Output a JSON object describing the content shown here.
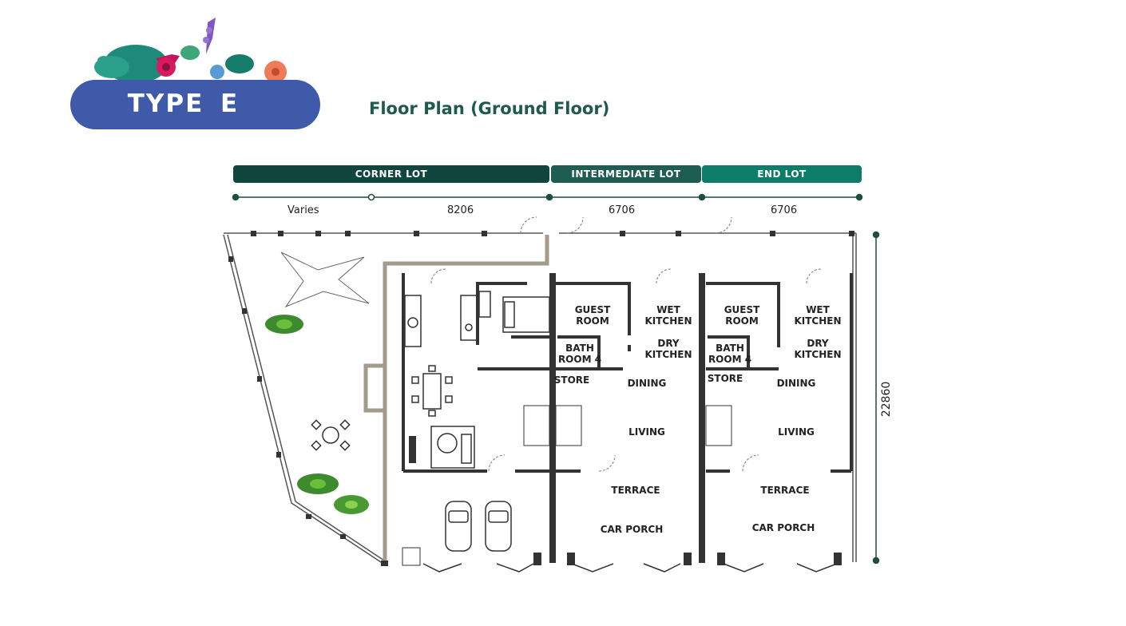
{
  "header": {
    "type_label": "TYPE  E",
    "title": "Floor Plan (Ground Floor)"
  },
  "lots": [
    {
      "label": "CORNER LOT",
      "color": "#10463d"
    },
    {
      "label": "INTERMEDIATE LOT",
      "color": "#1f5c52"
    },
    {
      "label": "END LOT",
      "color": "#0d7d69"
    }
  ],
  "dimensions": {
    "top": [
      "Varies",
      "8206",
      "6706",
      "6706"
    ],
    "depth": "22860"
  },
  "rooms": {
    "guest_room": "GUEST\nROOM",
    "wet_kitchen": "WET\nKITCHEN",
    "dry_kitchen": "DRY\nKITCHEN",
    "bath_room": "BATH\nROOM 4",
    "store": "STORE",
    "dining": "DINING",
    "living": "LIVING",
    "terrace": "TERRACE",
    "car_porch": "CAR PORCH"
  },
  "colors": {
    "badge": "#3f5aa8",
    "title": "#1f5a4e",
    "wall": "#333333",
    "boundary": "#a39b8b"
  }
}
